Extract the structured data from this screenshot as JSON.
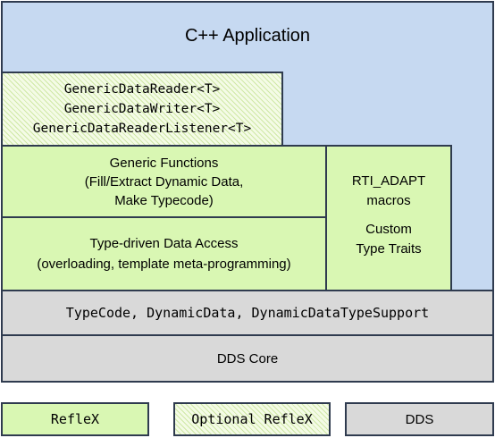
{
  "app": {
    "title": "C++ Application"
  },
  "generic_types": {
    "lines": [
      "GenericDataReader<T>",
      "GenericDataWriter<T>",
      "GenericDataReaderListener<T>"
    ]
  },
  "generic_functions": {
    "lines": [
      "Generic Functions",
      "(Fill/Extract Dynamic Data,",
      "Make Typecode)"
    ]
  },
  "type_access": {
    "lines": [
      "Type-driven Data Access",
      "(overloading, template meta-programming)"
    ]
  },
  "rti_adapt": {
    "macros_lines": [
      "RTI_ADAPT",
      "macros"
    ],
    "traits_lines": [
      "Custom",
      "Type Traits"
    ]
  },
  "typecode": {
    "label": "TypeCode, DynamicData, DynamicDataTypeSupport"
  },
  "dds_core": {
    "label": "DDS Core"
  },
  "legend": {
    "reflex": "RefleX",
    "optional_reflex": "Optional RefleX",
    "dds": "DDS"
  }
}
